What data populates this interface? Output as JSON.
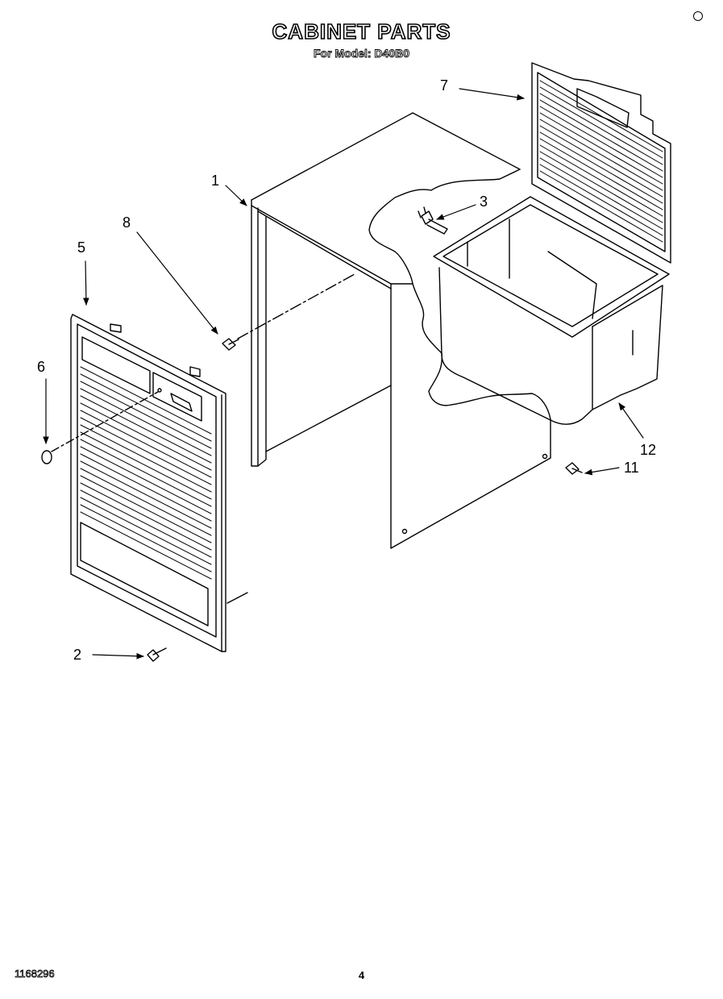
{
  "header": {
    "title": "CABINET PARTS",
    "subtitle": "For Model: D40B0"
  },
  "callouts": [
    "1",
    "2",
    "3",
    "5",
    "6",
    "7",
    "8",
    "11",
    "12"
  ],
  "footer": {
    "code": "1168296",
    "page": "4"
  }
}
